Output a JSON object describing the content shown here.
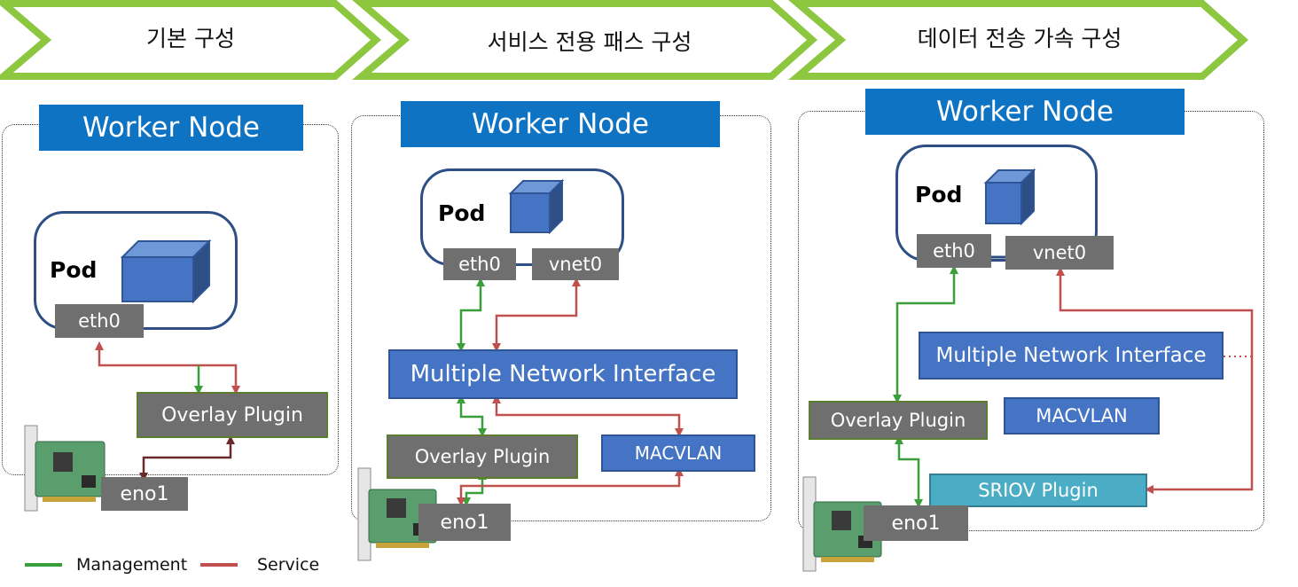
{
  "colors": {
    "chevron": "#8dc63f",
    "worker_node": "#0f73c4",
    "pod_border": "#2e4e86",
    "cube": "#4574c4",
    "gray_box": "#6f6f6f",
    "management": "#3a9e3a",
    "service": "#c0504d",
    "dark_link": "#6b2a2a",
    "sriov": "#4bacc6"
  },
  "stages": [
    {
      "title": "기본 구성"
    },
    {
      "title": "서비스 전용 패스 구성"
    },
    {
      "title": "데이터 전송 가속 구성"
    }
  ],
  "panel1": {
    "worker_node": "Worker Node",
    "pod": "Pod",
    "eth0": "eth0",
    "overlay": "Overlay Plugin",
    "eno1": "eno1"
  },
  "panel2": {
    "worker_node": "Worker Node",
    "pod": "Pod",
    "eth0": "eth0",
    "vnet0": "vnet0",
    "mni": "Multiple Network Interface",
    "overlay": "Overlay Plugin",
    "macvlan": "MACVLAN",
    "eno1": "eno1"
  },
  "panel3": {
    "worker_node": "Worker Node",
    "pod": "Pod",
    "eth0": "eth0",
    "vnet0": "vnet0",
    "mni": "Multiple Network Interface",
    "overlay": "Overlay Plugin",
    "macvlan": "MACVLAN",
    "sriov": "SRIOV Plugin",
    "eno1": "eno1"
  },
  "legend": {
    "management": "Management",
    "service": "Service"
  }
}
